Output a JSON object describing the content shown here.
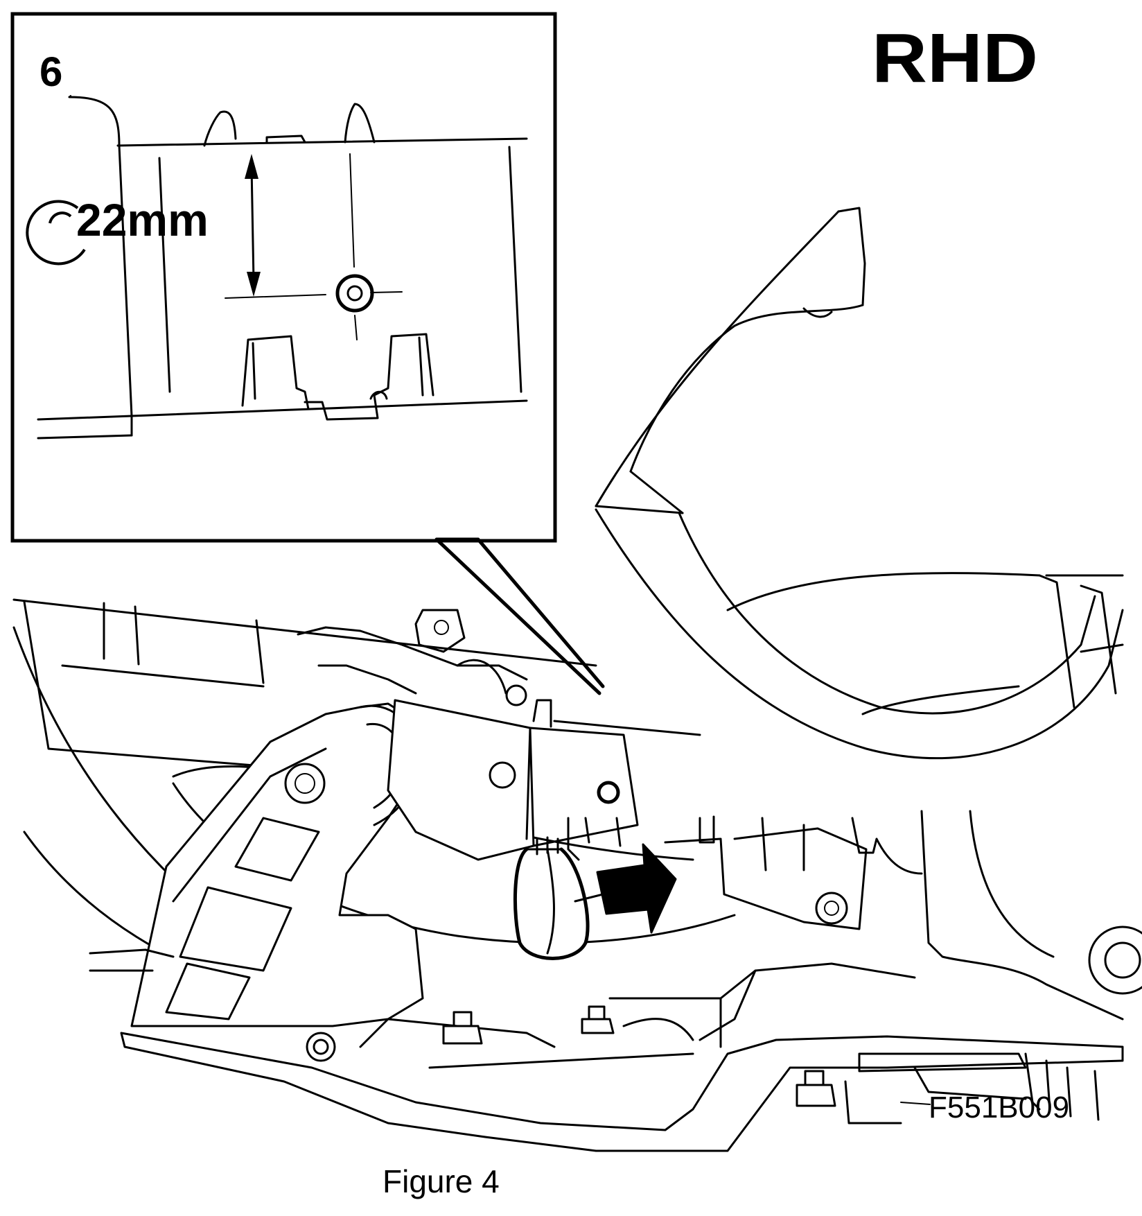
{
  "labels": {
    "variant": "RHD",
    "item_number": "6",
    "dimension": "22mm",
    "part_code": "F551B009",
    "caption": "Figure 4"
  },
  "icons": {
    "direction_arrow": "direction-arrow-icon",
    "fastener_bolt": "bolt-icon",
    "measure_arrow": "double-headed-arrow-icon",
    "reference_symbol": "open-circle-reference-icon"
  }
}
